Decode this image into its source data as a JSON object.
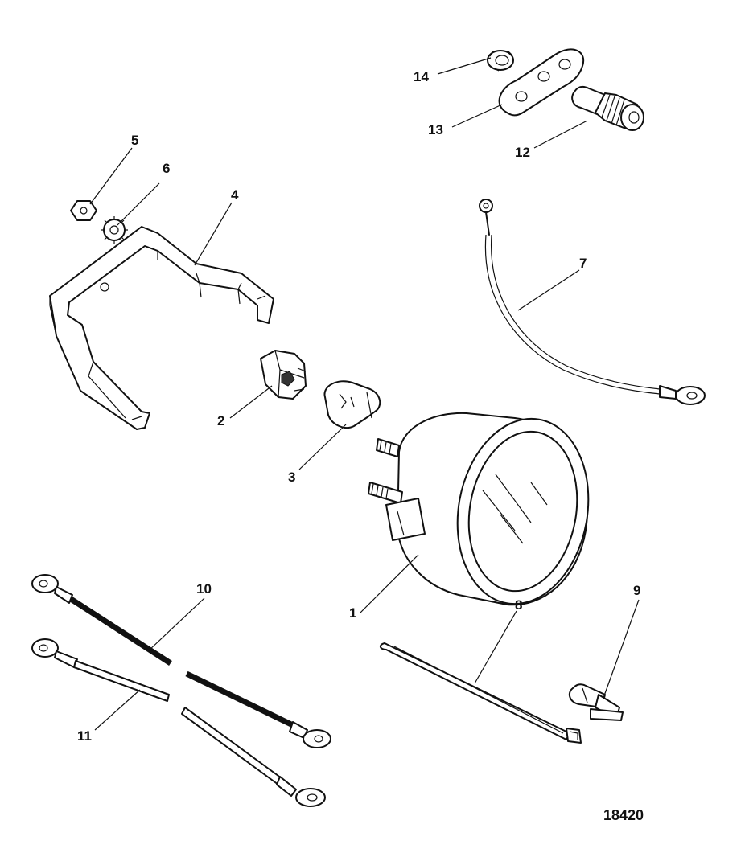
{
  "callouts": {
    "c1": "1",
    "c2": "2",
    "c3": "3",
    "c4": "4",
    "c5": "5",
    "c6": "6",
    "c7": "7",
    "c8": "8",
    "c9": "9",
    "c10": "10",
    "c11": "11",
    "c12": "12",
    "c13": "13",
    "c14": "14"
  },
  "figure_id": "18420"
}
